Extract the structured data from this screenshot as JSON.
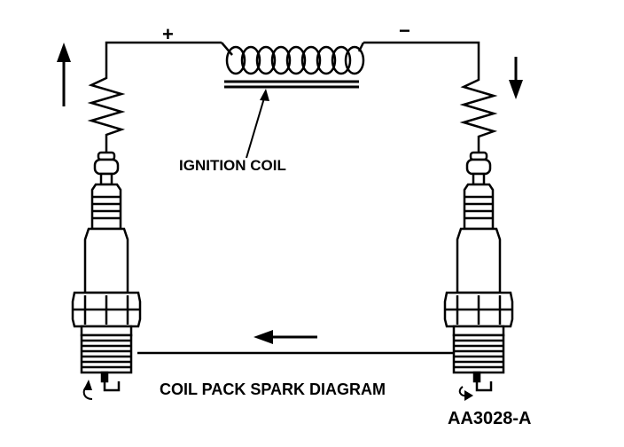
{
  "labels": {
    "ignition_coil": "IGNITION COIL",
    "title": "COIL PACK SPARK DIAGRAM",
    "figure_id": "AA3028-A",
    "positive": "+",
    "negative": "−"
  },
  "colors": {
    "line": "#000000",
    "background": "#ffffff"
  },
  "icons": {
    "up_arrow": "arrow-up-icon",
    "down_arrow": "arrow-down-icon",
    "left_arrow": "arrow-left-icon"
  }
}
